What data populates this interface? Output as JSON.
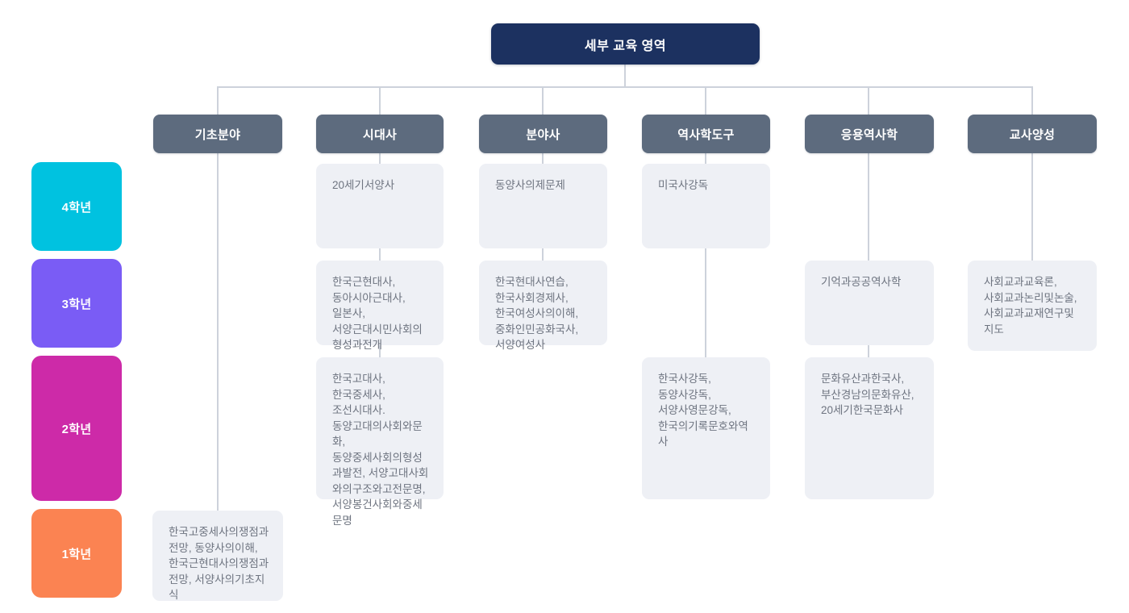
{
  "diagram": {
    "title": "세부 교육 영역",
    "colors": {
      "root": "#1c3160",
      "column_header": "#5d6b7e",
      "card_background": "#eef0f5",
      "card_text": "#6e7480",
      "connector": "#cdd2db",
      "year_4": "#00c2e0",
      "year_3": "#7a5cf5",
      "year_2": "#cd2aa8",
      "year_1": "#fb8352"
    },
    "years": [
      {
        "id": "year-4",
        "label": "4학년",
        "color": "#00c2e0"
      },
      {
        "id": "year-3",
        "label": "3학년",
        "color": "#7a5cf5"
      },
      {
        "id": "year-2",
        "label": "2학년",
        "color": "#cd2aa8"
      },
      {
        "id": "year-1",
        "label": "1학년",
        "color": "#fb8352"
      }
    ],
    "columns": [
      {
        "id": "col-1",
        "label": "기초분야"
      },
      {
        "id": "col-2",
        "label": "시대사"
      },
      {
        "id": "col-3",
        "label": "분야사"
      },
      {
        "id": "col-4",
        "label": "역사학도구"
      },
      {
        "id": "col-5",
        "label": "응용역사학"
      },
      {
        "id": "col-6",
        "label": "교사양성"
      }
    ],
    "cards": {
      "c1_y1": "한국고중세사의쟁점과전망, 동양사의이해, 한국근현대사의쟁점과전망, 서양사의기초지식",
      "c2_y4": "20세기서양사",
      "c2_y3": "한국근현대사,\n동아시아근대사,\n일본사,\n서양근대시민사회의\n형성과전개",
      "c2_y2": "한국고대사,\n한국중세사,\n조선시대사.\n동양고대의사회와문화,\n동양중세사회의형성과발전, 서양고대사회와의구조와고전문명, 서양봉건사회와중세문명",
      "c3_y4": "동양사의제문제",
      "c3_y3": "한국현대사연습,\n한국사회경제사,\n한국여성사의이해,\n중화인민공화국사,\n서양여성사",
      "c4_y4": "미국사강독",
      "c4_y2": "한국사강독,\n동양사강독,\n서양사영문강독,\n한국의기록문호와역사",
      "c5_y3": "기억과공공역사학",
      "c5_y2": "문화유산과한국사,\n부산경남의문화유산,\n20세기한국문화사",
      "c6_y3": "사회교과교육론,\n사회교과논리및논술,\n사회교과교재연구및지도"
    }
  }
}
